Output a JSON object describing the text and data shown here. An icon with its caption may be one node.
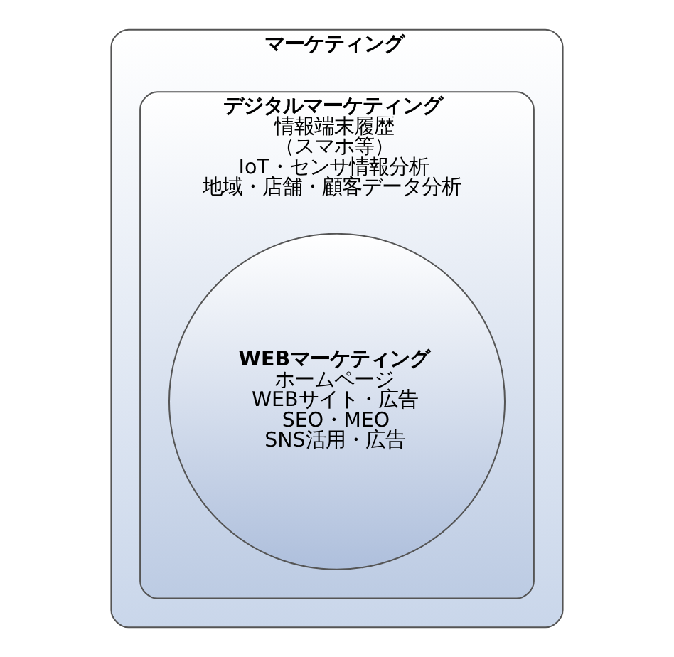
{
  "diagram": {
    "nodes": [
      {
        "text": [
          "マーケティング"
        ]
      },
      {
        "text": [
          "デジタルマーケティング",
          "情報端末履歴",
          "（スマホ等）",
          "IoT・センサ情報分析",
          "地域・店舗・顧客データ分析"
        ],
        "in": 0
      },
      {
        "text": [
          "WEBマーケティング",
          "ホームページ",
          "WEBサイト・広告",
          "SEO・MEO",
          "SNS活用・広告"
        ],
        "in": 1
      }
    ],
    "edges": []
  }
}
